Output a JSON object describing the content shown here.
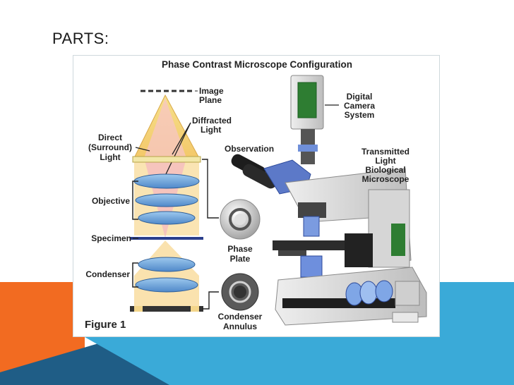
{
  "slide": {
    "heading": "PARTS:",
    "colors": {
      "orange": "#f26b21",
      "blue": "#3aaad8",
      "navy": "#1f5d86"
    }
  },
  "figure": {
    "title": "Phase Contrast Microscope Configuration",
    "caption": "Figure 1",
    "labels": {
      "image_plane": [
        "Image",
        "Plane"
      ],
      "diffracted_light": [
        "Diffracted",
        "Light"
      ],
      "direct_light": [
        "Direct",
        "(Surround)",
        "Light"
      ],
      "objective": "Objective",
      "specimen": "Specimen",
      "condenser": "Condenser",
      "observation": "Observation",
      "phase_plate": [
        "Phase",
        "Plate"
      ],
      "condenser_annulus": [
        "Condenser",
        "Annulus"
      ],
      "digital_camera": [
        "Digital",
        "Camera",
        "System"
      ],
      "transmitted_light": [
        "Transmitted",
        "Light",
        "Biological",
        "Microscope"
      ]
    }
  }
}
